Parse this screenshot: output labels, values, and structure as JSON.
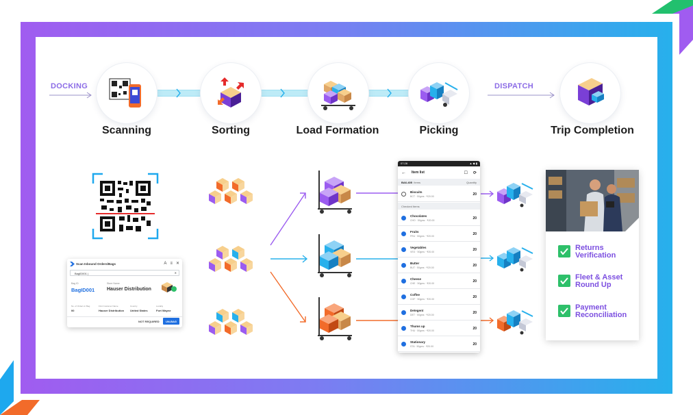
{
  "flow": {
    "docking": "DOCKING",
    "dispatch": "DISPATCH"
  },
  "stages": [
    {
      "label": "Scanning",
      "icon": "qr-phone-icon"
    },
    {
      "label": "Sorting",
      "icon": "sort-box-icon"
    },
    {
      "label": "Load Formation",
      "icon": "cart-icon"
    },
    {
      "label": "Picking",
      "icon": "forklift-icon"
    },
    {
      "label": "Trip Completion",
      "icon": "truck-icon"
    }
  ],
  "scan_dialog": {
    "title": "Scan Inbound Orders/Bags",
    "input_value": "BagID001 |",
    "bag_id_label": "Bag ID",
    "bag_id": "BagID001",
    "store_label": "Store Name",
    "store_name": "Hauser Distribution",
    "col1_label": "No. of Orders in Bag",
    "col1_value": "00",
    "col2_label": "First Customer Name",
    "col2_value": "Hauser Distribution",
    "col3_label": "Country",
    "col3_value": "United States",
    "col4_label": "Locality",
    "col4_value": "Fort Wayne",
    "btn_not_required": "NOT REQUIRED",
    "btn_unbag": "UN-BAG"
  },
  "phone": {
    "time": "07:28",
    "title": "Item list",
    "subhead_left": "Items",
    "subhead_id": "BA6-405",
    "subhead_right": "Quantity",
    "checked_header": "Checked Items",
    "unchecked": {
      "name": "Biscuits",
      "meta": "BCT · 50gms · ₹20.00",
      "qty": "20"
    },
    "items": [
      {
        "name": "Chocolates",
        "meta": "CHO · 50gms · ₹20.00",
        "qty": "20"
      },
      {
        "name": "Fruits",
        "meta": "FRU · 50gms · ₹20.00",
        "qty": "20"
      },
      {
        "name": "Vegetables",
        "meta": "VEG · 50gms · ₹20.00",
        "qty": "20"
      },
      {
        "name": "Butter",
        "meta": "BUT · 50gms · ₹20.00",
        "qty": "20"
      },
      {
        "name": "Cheese",
        "meta": "CHE · 50gms · ₹20.00",
        "qty": "20"
      },
      {
        "name": "Coffee",
        "meta": "COF · 50gms · ₹20.00",
        "qty": "20"
      },
      {
        "name": "Detegent",
        "meta": "DET · 50gms · ₹20.00",
        "qty": "20"
      },
      {
        "name": "Thums up",
        "meta": "THU · 50gms · ₹20.00",
        "qty": "20"
      },
      {
        "name": "Stationary",
        "meta": "STA · 50gms · ₹20.00",
        "qty": "20"
      }
    ]
  },
  "trip": {
    "checks": [
      {
        "line1": "Returns",
        "line2": "Verification"
      },
      {
        "line1": "Fleet & Asset",
        "line2": "Round Up"
      },
      {
        "line1": "Payment",
        "line2": "Reconciliation"
      }
    ]
  },
  "colors": {
    "purple": "#9b5cf0",
    "blue": "#27b0ec",
    "orange": "#f26b2a",
    "green": "#2ec06a",
    "ink": "#1d1d1d"
  }
}
